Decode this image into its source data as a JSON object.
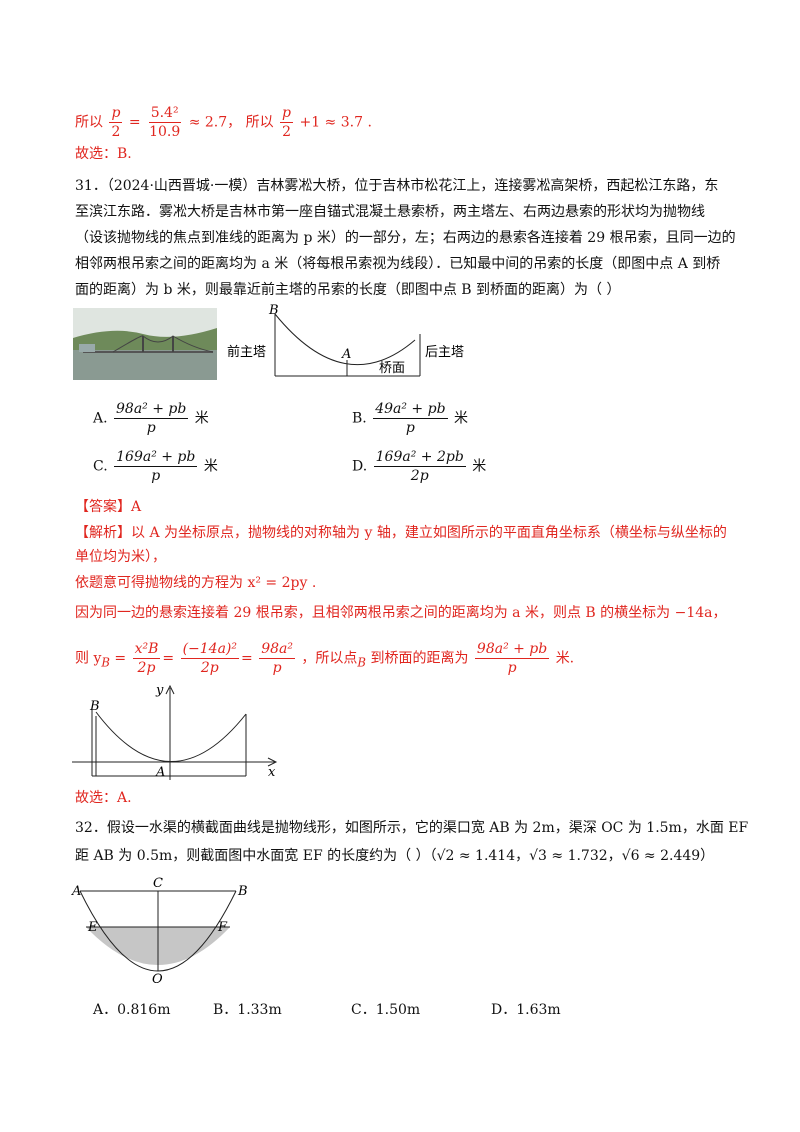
{
  "top": {
    "prefix1": "所以",
    "lhs_num": "p",
    "lhs_den": "2",
    "eq": "=",
    "rhs_num": "5.4²",
    "rhs_den": "10.9",
    "approx1": "≈ 2.7，",
    "prefix2": "所以",
    "p2_num": "p",
    "p2_den": "2",
    "approx2": "+1 ≈ 3.7 .",
    "choice": "故选：B."
  },
  "q31": {
    "line1": "31．（2024·山西晋城·一模）吉林雾凇大桥，位于吉林市松花江上，连接雾凇高架桥，西起松江东路，东",
    "line2": "至滨江东路．雾凇大桥是吉林市第一座自锚式混凝土悬索桥，两主塔左、右两边悬索的形状均为抛物线",
    "line3": "（设该抛物线的焦点到准线的距离为 p 米）的一部分，左；右两边的悬索各连接着 29 根吊索，且同一边的",
    "line4": "相邻两根吊索之间的距离均为 a 米（将每根吊索视为线段）．已知最中间的吊索的长度（即图中点 A 到桥",
    "line5": "面的距离）为 b 米，则最靠近前主塔的吊索的长度（即图中点 B 到桥面的距离）为（    ）",
    "fig_labels": {
      "B": "B",
      "A": "A",
      "front": "前主塔",
      "back": "后主塔",
      "deck": "桥面"
    },
    "options": [
      {
        "letter": "A.",
        "num": "98a² + pb",
        "den": "p",
        "unit": "米"
      },
      {
        "letter": "B.",
        "num": "49a² + pb",
        "den": "p",
        "unit": "米"
      },
      {
        "letter": "C.",
        "num": "169a² + pb",
        "den": "p",
        "unit": "米"
      },
      {
        "letter": "D.",
        "num": "169a² + 2pb",
        "den": "2p",
        "unit": "米"
      }
    ],
    "answer": "【答案】A",
    "analysis1": "【解析】以 A 为坐标原点，抛物线的对称轴为 y 轴，建立如图所示的平面直角坐标系（横坐标与纵坐标的",
    "analysis2": "单位均为米），",
    "analysis3": "依题意可得抛物线的方程为 x² = 2py .",
    "analysis4": "因为同一边的悬索连接着 29 根吊索，且相邻两根吊索之间的距离均为 a 米，则点 B 的横坐标为 −14a，",
    "analysis5_pre": "则 y",
    "analysis5_sub": "B",
    "analysis5_eq": "=",
    "f1_num": "x²B",
    "f1_den": "2p",
    "f2_num": "(−14a)²",
    "f2_den": "2p",
    "f3_num": "98a²",
    "f3_den": "p",
    "analysis5_mid": "，所以点",
    "analysis5_sub2": "B",
    "analysis5_mid2": "到桥面的距离为",
    "f4_num": "98a² + pb",
    "f4_den": "p",
    "analysis5_end": "米.",
    "graph_labels": {
      "y": "y",
      "x": "x",
      "B": "B",
      "A": "A"
    },
    "choice": "故选：A."
  },
  "q32": {
    "line1": "32．假设一水渠的横截面曲线是抛物线形，如图所示，它的渠口宽 AB 为 2m，渠深 OC 为 1.5m，水面 EF",
    "line2": "距 AB 为 0.5m，则截面图中水面宽 EF 的长度约为（    ）（√2 ≈ 1.414，√3 ≈ 1.732，√6 ≈ 2.449）",
    "fig_labels": {
      "A": "A",
      "B": "B",
      "C": "C",
      "E": "E",
      "F": "F",
      "O": "O"
    },
    "options": [
      "A．0.816m",
      "B．1.33m",
      "C．1.50m",
      "D．1.63m"
    ]
  }
}
